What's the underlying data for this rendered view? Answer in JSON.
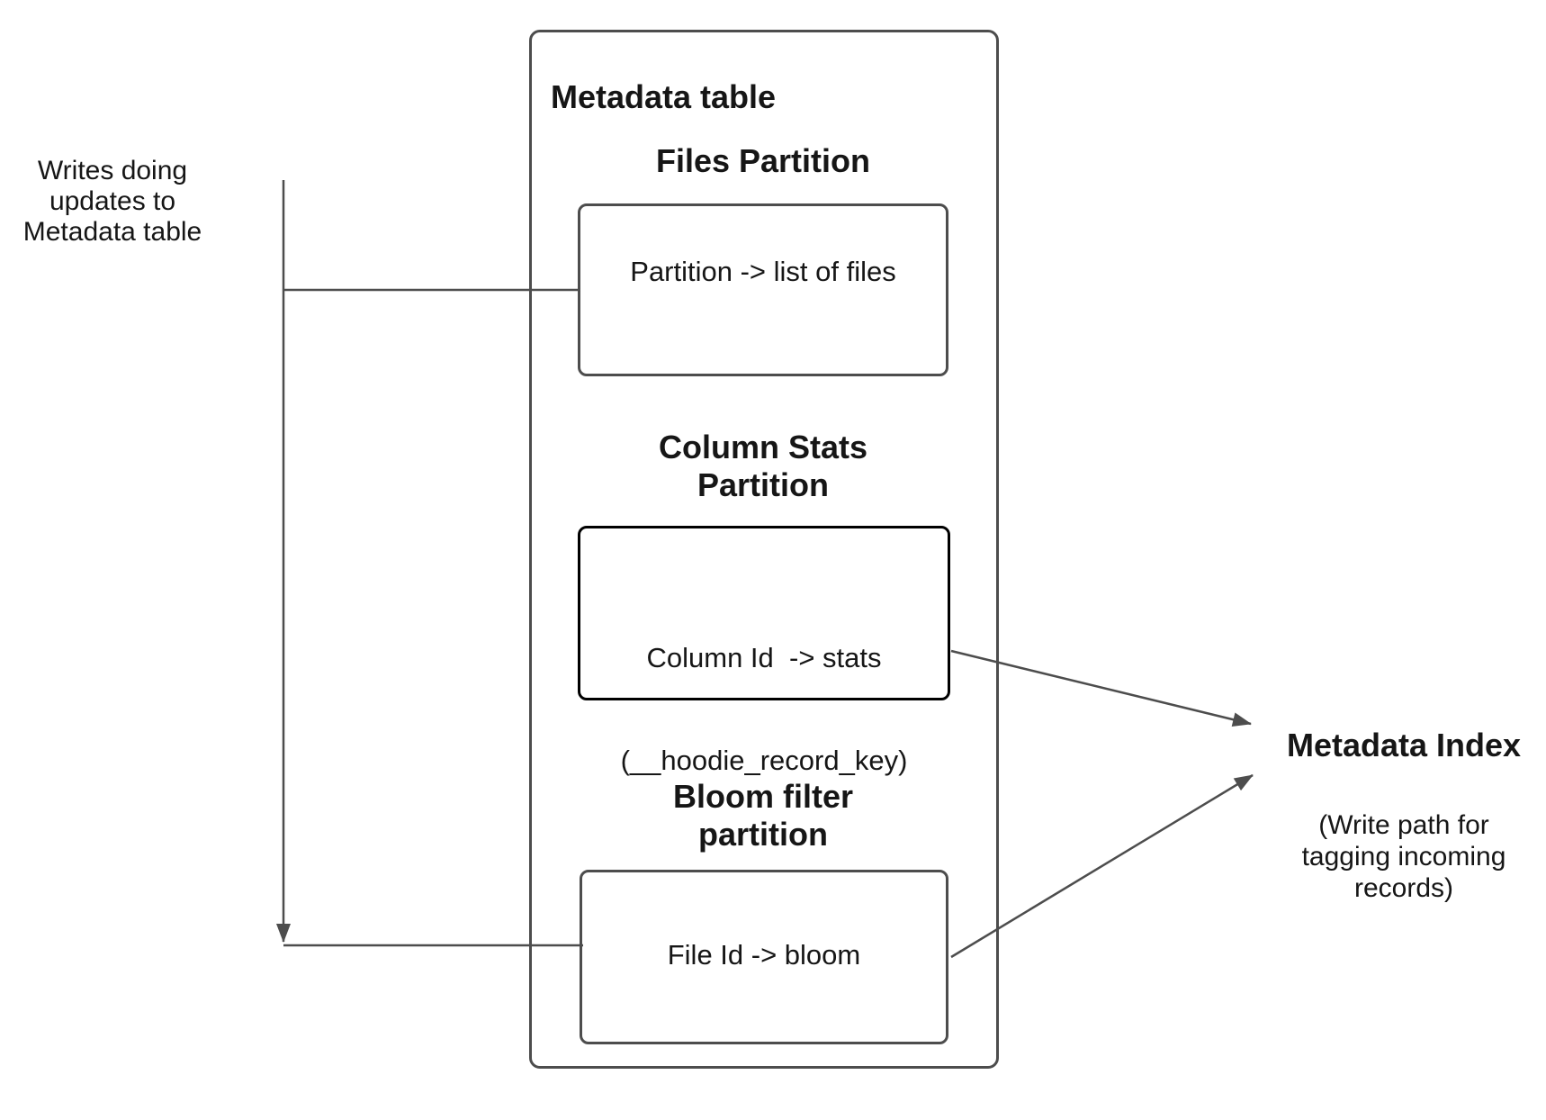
{
  "colors": {
    "line": "#4d4d4d",
    "border": "#4d4d4d",
    "border_strong": "#000000",
    "text": "#161616",
    "background": "#ffffff"
  },
  "left_note": {
    "line1": "Writes doing",
    "line2": "updates to",
    "line3": "Metadata table"
  },
  "metadata_table": {
    "title": "Metadata table",
    "files": {
      "heading": "Files Partition",
      "body1": "Partition -> list of files"
    },
    "column_stats": {
      "heading1": "Column Stats",
      "heading2": "Partition",
      "body1": "Column Id  -> stats",
      "body2": "(__hoodie_record_key)"
    },
    "bloom": {
      "heading1": "Bloom filter",
      "heading2": "partition",
      "body1": "File Id -> bloom"
    }
  },
  "metadata_index": {
    "title": "Metadata Index",
    "sub1": "(Write path for",
    "sub2": "tagging incoming",
    "sub3": "records)"
  }
}
